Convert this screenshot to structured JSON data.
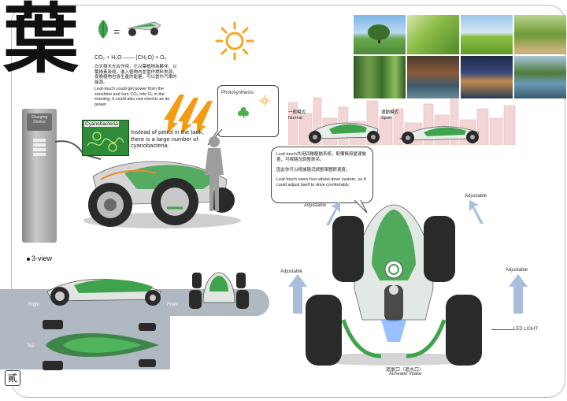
{
  "logo": {
    "glyph": "葉"
  },
  "equation": {
    "formula": "CO₂ + H₂O ——  (CH₂O)  + O₂",
    "zh": "白天樹木光合作用，它以葉植物為夥伴，以葉綠素吸收，進入植物內並當作燃料來源。夜晚植物也會生產的能量，可以當作汽車的能源。",
    "en": "Leaf-touch could get power from the sunshine and turn CO₂ into O₂ in the evening, it could also use electric as its power."
  },
  "charging": {
    "device_label": "Charging Device"
  },
  "cyano": {
    "label": "Cyanobacteria",
    "caption": "Instead of petrol in the tank, there is a large number of cyanobacteria."
  },
  "photosynthesis": {
    "label": "Photosynthesis"
  },
  "modes": {
    "normal": {
      "zh": "一般模式",
      "en": "Normal"
    },
    "sport": {
      "zh": "運動模式",
      "en": "Sport"
    }
  },
  "description": {
    "zh1": "Leaf-touch共用四輪驅動系統，配備無段變速裝置，可視路況調整懸吊。",
    "zh2": "因此你可以根據路況調整車體舒適度。",
    "en": "Leaf-touch owns four-wheel-drive system, so it could adjust itself to drive comfortably."
  },
  "callouts": {
    "adjustable": "Adjustable",
    "led": "LED LIGHT",
    "intake_zh": "進氣口（進水口）",
    "intake_en": "Air/water intake"
  },
  "three_view": {
    "title": "3-view",
    "right": "Right",
    "front": "Front",
    "top": "Top"
  },
  "page_mark": "貳",
  "colors": {
    "accent_green": "#2e8b3c",
    "leaf_green": "#3fa34d",
    "tire": "#2a2a2a",
    "band": "#b0b8c2",
    "sun": "#f5a623"
  }
}
